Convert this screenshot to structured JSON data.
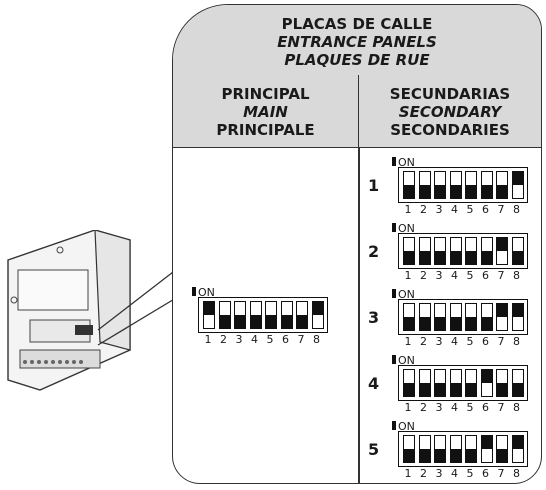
{
  "header": {
    "line1": "PLACAS DE CALLE",
    "line2": "ENTRANCE PANELS",
    "line3": "PLAQUES DE RUE"
  },
  "columns": {
    "main": {
      "line1": "PRINCIPAL",
      "line2": "MAIN",
      "line3": "PRINCIPALE"
    },
    "secondary": {
      "line1": "SECUNDARIAS",
      "line2": "SECONDARY",
      "line3": "SECONDARIES"
    }
  },
  "dip_label": "ON",
  "switch_numbers": [
    "1",
    "2",
    "3",
    "4",
    "5",
    "6",
    "7",
    "8"
  ],
  "main_dip": {
    "states": [
      true,
      false,
      false,
      false,
      false,
      false,
      false,
      true
    ]
  },
  "secondary_rows": [
    {
      "label": "1",
      "states": [
        false,
        false,
        false,
        false,
        false,
        false,
        false,
        true
      ]
    },
    {
      "label": "2",
      "states": [
        false,
        false,
        false,
        false,
        false,
        false,
        true,
        false
      ]
    },
    {
      "label": "3",
      "states": [
        false,
        false,
        false,
        false,
        false,
        false,
        true,
        true
      ]
    },
    {
      "label": "4",
      "states": [
        false,
        false,
        false,
        false,
        false,
        true,
        false,
        false
      ]
    },
    {
      "label": "5",
      "states": [
        false,
        false,
        false,
        false,
        false,
        true,
        false,
        true
      ]
    }
  ]
}
